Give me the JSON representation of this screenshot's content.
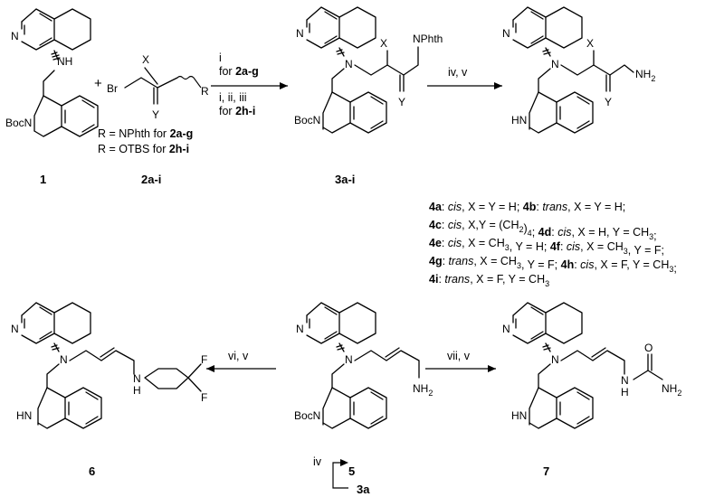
{
  "compounds": {
    "c1": "1",
    "c2": "2a-i",
    "c3": "3a-i",
    "c5": "5",
    "c6": "6",
    "c7": "7",
    "c3a": "3a"
  },
  "reagent_note": {
    "plus": "+",
    "r1_prefix": "R = NPhth for ",
    "r1_bold": "2a-g",
    "r2_prefix": "R = OTBS for ",
    "r2_bold": "2h-i"
  },
  "arrow1": {
    "cond_a": "i",
    "cond_b_prefix": "for ",
    "cond_b_bold": "2a-g",
    "cond_c": "i, ii, iii",
    "cond_d_prefix": "for ",
    "cond_d_bold": "2h-i"
  },
  "arrow2": {
    "cond": "iv, v"
  },
  "arrow3": {
    "cond": "vi, v"
  },
  "arrow4": {
    "cond": "vii, v"
  },
  "arrow5": {
    "cond": "iv"
  },
  "atoms": {
    "N": "N",
    "NH": "NH",
    "HN": "HN",
    "BocN": "BocN",
    "X": "X",
    "Y": "Y",
    "R": "R",
    "Br": "Br",
    "NPhth": "NPhth",
    "NH2": "NH",
    "sub2": "2",
    "F": "F",
    "H": "H",
    "O": "O"
  },
  "legend": [
    [
      {
        "t": "4a",
        "b": true
      },
      {
        "t": ": "
      },
      {
        "t": "cis",
        "i": true
      },
      {
        "t": ", X = Y = H; "
      },
      {
        "t": "4b",
        "b": true
      },
      {
        "t": ": "
      },
      {
        "t": "trans",
        "i": true
      },
      {
        "t": ", X = Y = H;"
      }
    ],
    [
      {
        "t": "4c",
        "b": true
      },
      {
        "t": ": "
      },
      {
        "t": "cis",
        "i": true
      },
      {
        "t": ", X,Y = (CH"
      },
      {
        "t": "2",
        "sub": true
      },
      {
        "t": ")"
      },
      {
        "t": "4",
        "sub": true
      },
      {
        "t": "; "
      },
      {
        "t": "4d",
        "b": true
      },
      {
        "t": ": "
      },
      {
        "t": "cis",
        "i": true
      },
      {
        "t": ", X = H, Y = CH"
      },
      {
        "t": "3",
        "sub": true
      },
      {
        "t": ";"
      }
    ],
    [
      {
        "t": "4e",
        "b": true
      },
      {
        "t": ": "
      },
      {
        "t": "cis",
        "i": true
      },
      {
        "t": ", X = CH"
      },
      {
        "t": "3",
        "sub": true
      },
      {
        "t": ", Y = H; "
      },
      {
        "t": "4f",
        "b": true
      },
      {
        "t": ": "
      },
      {
        "t": "cis",
        "i": true
      },
      {
        "t": ", X = CH"
      },
      {
        "t": "3",
        "sub": true
      },
      {
        "t": ", Y = F;"
      }
    ],
    [
      {
        "t": "4g",
        "b": true
      },
      {
        "t": ": "
      },
      {
        "t": "trans",
        "i": true
      },
      {
        "t": ", X = CH"
      },
      {
        "t": "3",
        "sub": true
      },
      {
        "t": ", Y = F; "
      },
      {
        "t": "4h",
        "b": true
      },
      {
        "t": ": "
      },
      {
        "t": "cis",
        "i": true
      },
      {
        "t": ", X = F, Y = CH"
      },
      {
        "t": "3",
        "sub": true
      },
      {
        "t": ";"
      }
    ],
    [
      {
        "t": "4i",
        "b": true
      },
      {
        "t": ": "
      },
      {
        "t": "trans",
        "i": true
      },
      {
        "t": ", X = F, Y = CH"
      },
      {
        "t": "3",
        "sub": true
      }
    ]
  ]
}
